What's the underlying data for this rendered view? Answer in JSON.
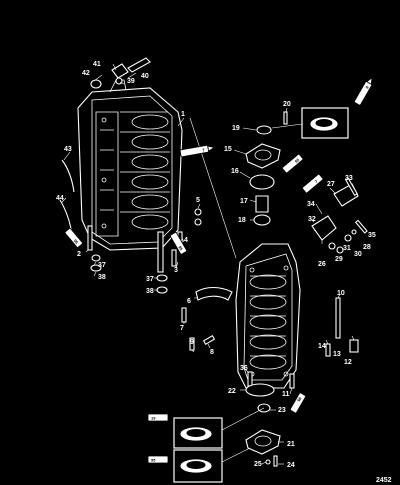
{
  "diagram": {
    "reference_number": "2452",
    "callouts": [
      "1",
      "2",
      "3",
      "4",
      "5",
      "6",
      "7",
      "8",
      "9",
      "10",
      "11",
      "12",
      "13",
      "14",
      "15",
      "16",
      "17",
      "18",
      "19",
      "20",
      "21",
      "22",
      "23",
      "24",
      "25",
      "26",
      "27",
      "28",
      "29",
      "30",
      "31",
      "32",
      "33",
      "34",
      "35",
      "36",
      "37",
      "38",
      "39",
      "40",
      "41",
      "42",
      "43",
      "44"
    ],
    "sealant_tags": [
      {
        "callout_ref": "7",
        "text": "7"
      },
      {
        "callout_ref": "9",
        "text": "9"
      },
      {
        "callout_ref": "95",
        "text": "95"
      },
      {
        "callout_ref": "7",
        "text": "7"
      },
      {
        "callout_ref": "95",
        "text": "95"
      },
      {
        "callout_ref": "95",
        "text": "95"
      },
      {
        "callout_ref": "95",
        "text": "95"
      },
      {
        "callout_ref": "19",
        "text": "19"
      },
      {
        "callout_ref": "95",
        "text": "95"
      }
    ]
  }
}
